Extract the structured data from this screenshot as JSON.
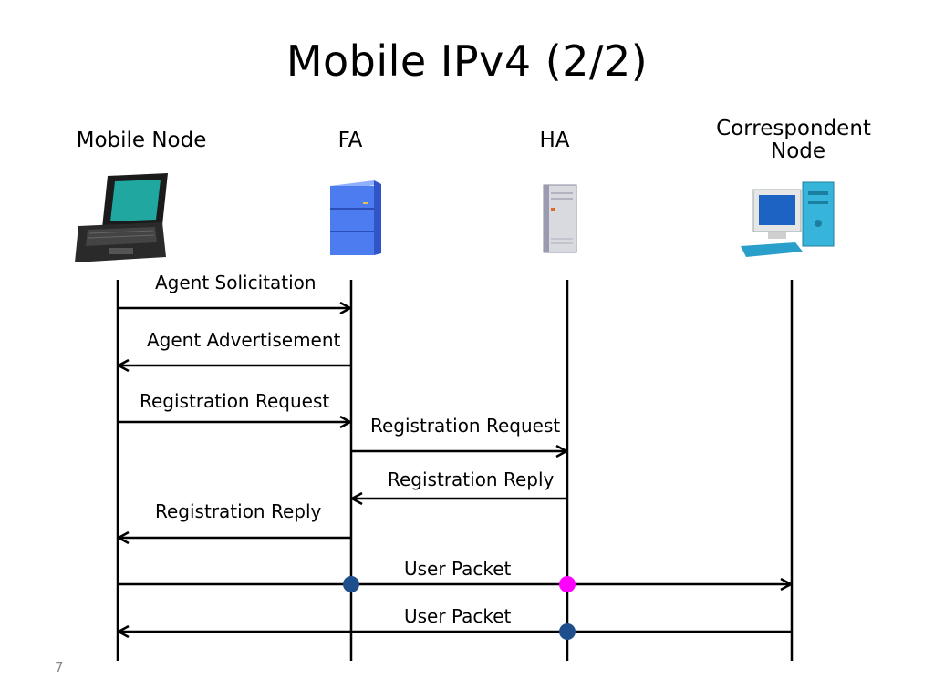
{
  "title": "Mobile IPv4 (2/2)",
  "nodes": {
    "mobile_node": "Mobile Node",
    "fa": "FA",
    "ha": "HA",
    "correspondent_line1": "Correspondent",
    "correspondent_line2": "Node"
  },
  "messages": {
    "agent_solicitation": "Agent Solicitation",
    "agent_advertisement": "Agent Advertisement",
    "reg_request_mn_fa": "Registration Request",
    "reg_request_fa_ha": "Registration Request",
    "reg_reply_ha_fa": "Registration Reply",
    "reg_reply_fa_mn": "Registration Reply",
    "user_packet_out": "User Packet",
    "user_packet_in": "User Packet"
  },
  "icons": {
    "mobile_node": "laptop-icon",
    "fa": "server-icon",
    "ha": "server-tower-icon",
    "correspondent": "desktop-computer-icon"
  },
  "colors": {
    "fa_point": "#1f4e8c",
    "ha_point_out": "#ff00ff",
    "ha_point_in": "#1f4e8c"
  },
  "page_number": "7"
}
